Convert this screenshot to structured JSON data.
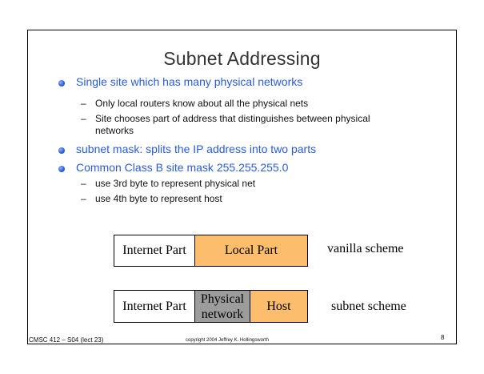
{
  "slide": {
    "title": "Subnet Addressing",
    "bullets": [
      {
        "text": "Single site which has many physical networks",
        "subs": [
          "Only local routers know about all the physical nets",
          "Site chooses part of address that distinguishes between physical",
          "networks"
        ]
      },
      {
        "text": "subnet mask: splits the IP address into two parts"
      },
      {
        "text": "Common Class B site mask 255.255.255.0",
        "subs": [
          "use 3rd byte to represent physical net",
          "use 4th byte to represent host"
        ]
      }
    ],
    "dash_char": "–"
  },
  "diagram": {
    "vanilla": {
      "internet_part": "Internet Part",
      "local_part": "Local Part",
      "label": "vanilla scheme"
    },
    "subnet": {
      "internet_part": "Internet Part",
      "physical_line1": "Physical",
      "physical_line2": "network",
      "host": "Host",
      "label": "subnet scheme"
    },
    "colors": {
      "orange": "#fcbd6c",
      "gray": "#9c9c9c",
      "bullet_text": "#2a5bd7"
    }
  },
  "footer": {
    "course": "CMSC 412 – S04 (lect 23)",
    "copyright": "copyright 2004 Jeffrey K. Hollingsworth",
    "page_number": "8"
  }
}
